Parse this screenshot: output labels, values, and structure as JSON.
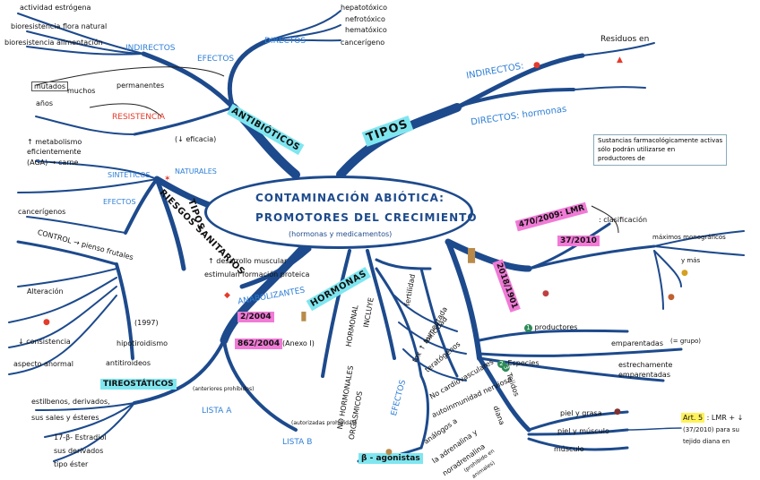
{
  "center": {
    "line1": "CONTAMINACIÓN ABIÓTICA:",
    "line2": "PROMOTORES DEL CRECIMIENTO",
    "sub": "(hormonas y medicamentos)"
  },
  "top_left": {
    "actividad": "actividad estrógena",
    "bioresist_flora": "bioresistencia flora natural",
    "bioresist_alim": "bioresistencia alimentación",
    "indirectos": "INDIRECTOS",
    "efectos": "EFECTOS",
    "directos": "DIRECTOS",
    "hepatotoxico": "hepatotóxico",
    "nefrotoxico": "nefrotóxico",
    "hematotoxico": "hematóxico",
    "cancerigeno": "cancerígeno",
    "permanentes": "permanentes",
    "mutados": "mutados",
    "muchos": "muchos",
    "anos": "años",
    "resistencia": "RESISTENCIA",
    "ineficacia": "(↓ eficacia)",
    "antibioticos": "ANTIBIÓTICOS"
  },
  "tipos_right": {
    "tipos": "TIPOS",
    "residuos_en": "Residuos en",
    "indirectos": "INDIRECTOS:",
    "directos": "DIRECTOS:",
    "hormonas": "hormonas"
  },
  "left_mid": {
    "metabolismo": "↑ metabolismo",
    "eficientemente": "eficientemente",
    "aga": "(AGA) → carne",
    "sinteticos": "SINTÉTICOS",
    "naturales": "NATURALES",
    "tipos": "TIPOS",
    "cancerigenos": "cancerígenos",
    "efectos": "EFECTOS",
    "riesgos": "RIESGOS SANITARIOS",
    "control": "CONTROL → pienso frutales",
    "desarrollo": "↑ desarrollo muscular",
    "estimulan": "estimulan formación proteica",
    "anabolizantes": "ANABOLIZANTES"
  },
  "bottom_left": {
    "alteracion": "Alteración",
    "consistencia": "↓ consistencia",
    "aspecto": "aspecto anormal",
    "year": "(1997)",
    "hipotiroidismo": "hipotiroidismo",
    "antitiroideos": "antitiroideos",
    "tireostaticos": "TIREOSTÁTICOS",
    "estilbenos": "estilbenos, derivados,",
    "sales": "sus sales y ésteres",
    "lista_a": "LISTA A",
    "anteriores": "(anteriores prohibidos)",
    "beta17": "17-β- Estradiol",
    "derivados": "sus derivados",
    "tipo_ester": "tipo éster",
    "lista_b": "LISTA B",
    "autorizadas": "(autorizadas prohibidas)"
  },
  "hormonas": {
    "hormonas": "HORMONAS",
    "law1": "2/2004",
    "law2": "862/2004",
    "anexo": "(Anexo I)",
    "horm_lab": "HORMONAL",
    "incluye": "INCLUYE",
    "no_hormonal": "NO HORMONALES",
    "orgasmos": "ORGÁSMICOS",
    "fertilidad": "fertilidad",
    "efectos": "EFECTOS",
    "tox_aumenta": "tox ↑ aumentada",
    "toxicidad": "toxicidad",
    "teratogenos": "teratógenos",
    "no_cardiovasc": "No cardiovasculares",
    "no_autoinmune": "autoinmunidad nerviosa",
    "beta_agonistas": "β - agonistas",
    "analogos": "análogos a",
    "adrenalina": "la adrenalina y",
    "noradrenalina": "noradrenalina",
    "prohibido": "(prohibido en",
    "animales": "animales)"
  },
  "right_side": {
    "note1": "Sustancias farmacológicamente activas",
    "note2": "sólo podrán utilizarse en",
    "note3": "productores de",
    "law_1": "470/2009: LMR",
    "law_2": "37/2010",
    "clasif": ": clasificación",
    "mrl": "máximos monográficos",
    "y_mas": "y más",
    "law_3": "2018/1901",
    "productores": "productores",
    "especies": "Especies",
    "emparentadas": "emparentadas",
    "grupo": "(= grupo)",
    "estrechamente": "estrechamente",
    "emparentadas2": "emparentadas",
    "tejidos": "Tejidos",
    "diana": "diana",
    "piel_grasa": "piel y grasa",
    "piel_musculo": "piel y músculo",
    "musculo": "músculo",
    "art": "Art. 5",
    "lmr": ": LMR + ↓",
    "reg": "(37/2010) para su",
    "tejido": "tejido diana en"
  }
}
